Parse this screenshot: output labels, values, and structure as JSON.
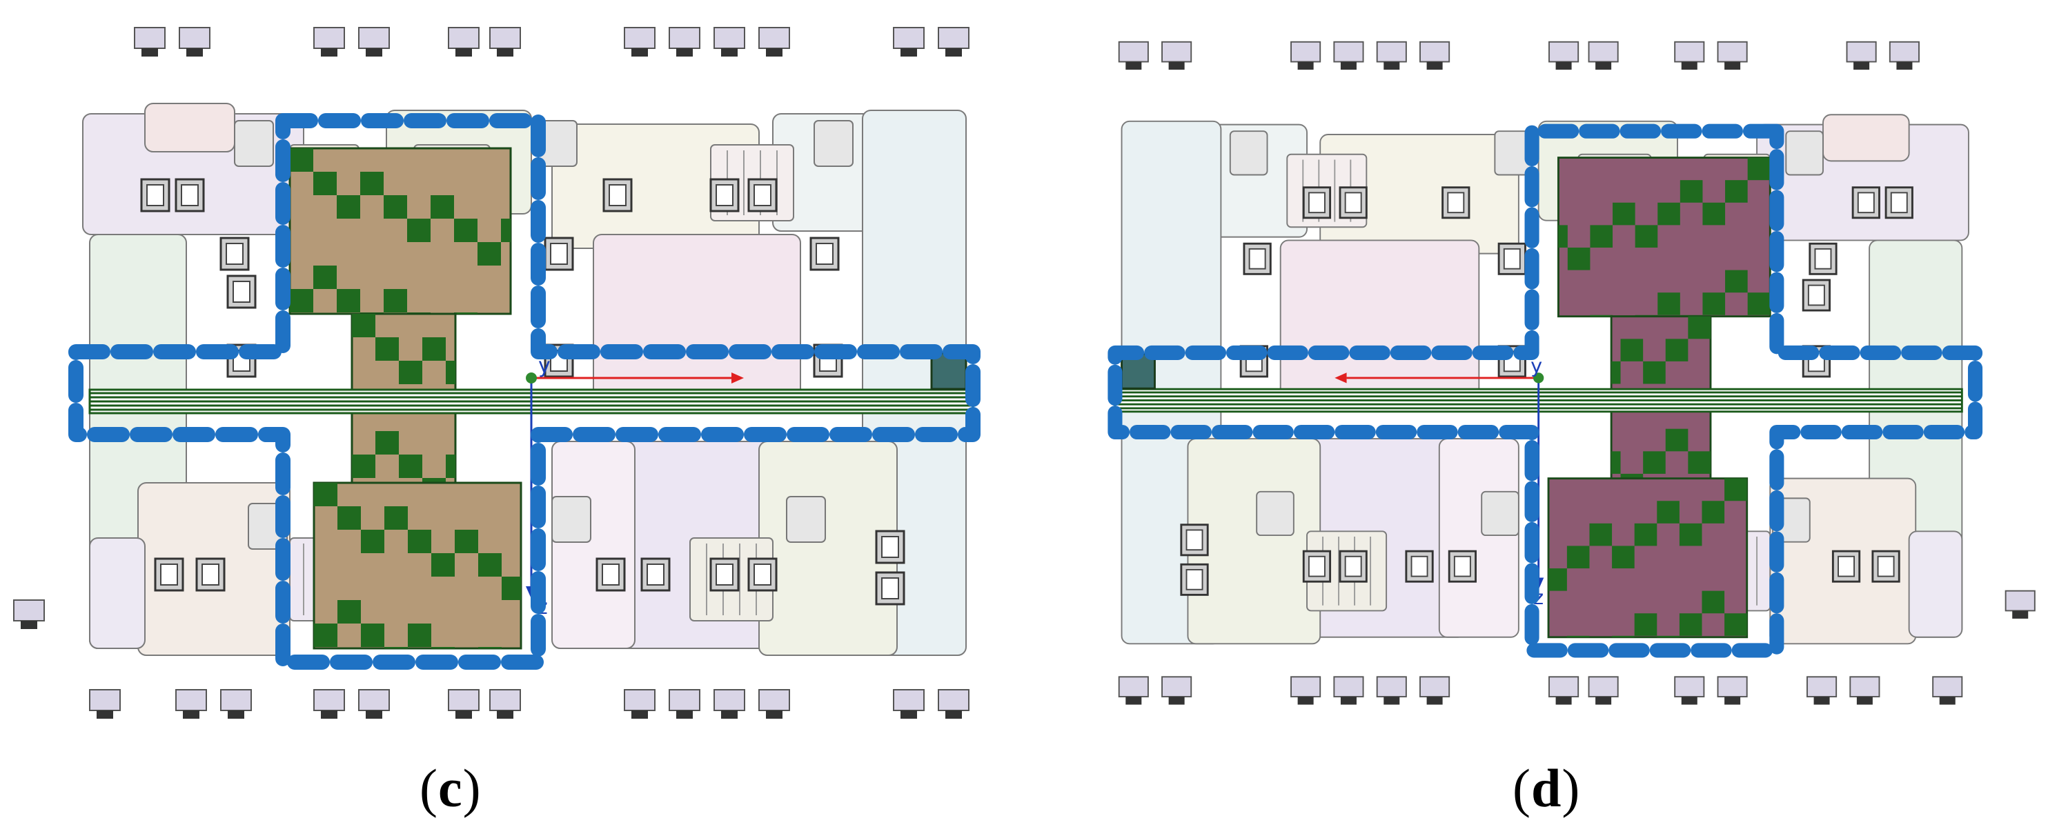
{
  "panels": [
    {
      "id": "c",
      "label": "c",
      "mass_fill": "#b59a78",
      "mass_check": "#1f6a1f",
      "axis_letters": [
        "y",
        "z"
      ]
    },
    {
      "id": "d",
      "label": "d",
      "mass_fill": "#8d5a72",
      "mass_check": "#1f6a1f",
      "axis_letters": [
        "y",
        "z"
      ]
    }
  ],
  "colors": {
    "highlight_dash": "#1f72c4",
    "beam": "#1a5a1a",
    "outline": "#7a7a7a",
    "axis_x": "#e02020",
    "axis_z": "#1a3fb8",
    "pad": "#d9d5e6"
  }
}
